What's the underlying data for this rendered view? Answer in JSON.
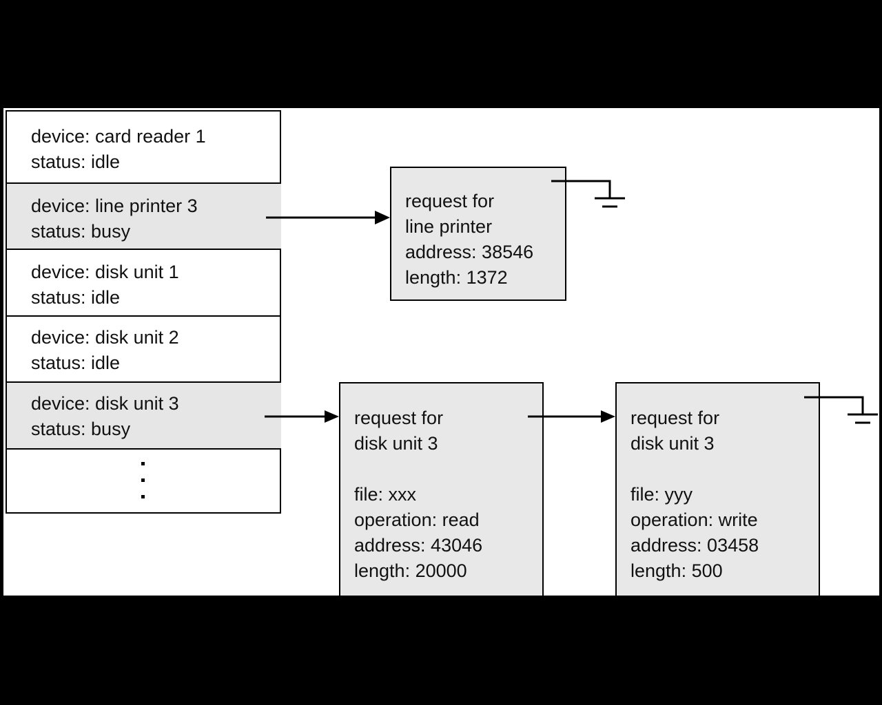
{
  "device_table": [
    {
      "device": "device: card reader 1",
      "status": "status: idle",
      "busy": false
    },
    {
      "device": "device: line printer 3",
      "status": "status: busy",
      "busy": true
    },
    {
      "device": "device: disk unit 1",
      "status": "status: idle",
      "busy": false
    },
    {
      "device": "device: disk unit 2",
      "status": "status: idle",
      "busy": false
    },
    {
      "device": "device: disk unit 3",
      "status": "status: busy",
      "busy": true
    }
  ],
  "requests": {
    "line_printer": {
      "lines": [
        "request for",
        "line printer",
        "address: 38546",
        "length: 1372"
      ]
    },
    "disk_read": {
      "lines": [
        "request for",
        "disk unit 3",
        "",
        "file: xxx",
        "operation: read",
        "address: 43046",
        "length: 20000"
      ]
    },
    "disk_write": {
      "lines": [
        "request for",
        "disk unit 3",
        "",
        "file: yyy",
        "operation: write",
        "address: 03458",
        "length: 500"
      ]
    }
  },
  "colors": {
    "background": "#000000",
    "panel": "#ffffff",
    "busy_fill": "#e6e6e6",
    "request_fill": "#e8e8e8"
  }
}
